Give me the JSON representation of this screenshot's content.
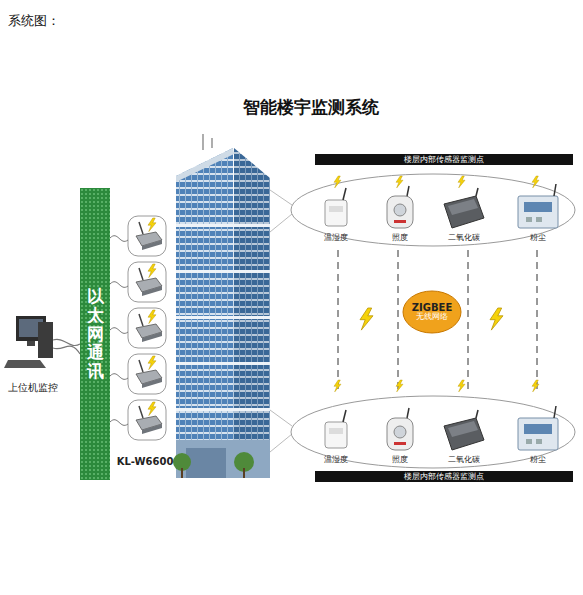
{
  "diagram": {
    "title": "智能楼宇监测系统",
    "nodes": [
      {
        "text": [
          "以太网通讯"
        ]
      },
      {
        "text": [
          "楼层内部传感器监测点"
        ]
      },
      {
        "text": [
          "楼层内部传感器监测点"
        ]
      },
      {
        "text": [
          "ZIGBEE",
          "无线网络"
        ]
      }
    ],
    "labels": [
      "系统图：",
      "上位机监控",
      "KL-W6600",
      "温湿度",
      "照度",
      "二氧化碳",
      "粉尘",
      "温湿度",
      "照度",
      "二氧化碳",
      "粉尘"
    ]
  }
}
